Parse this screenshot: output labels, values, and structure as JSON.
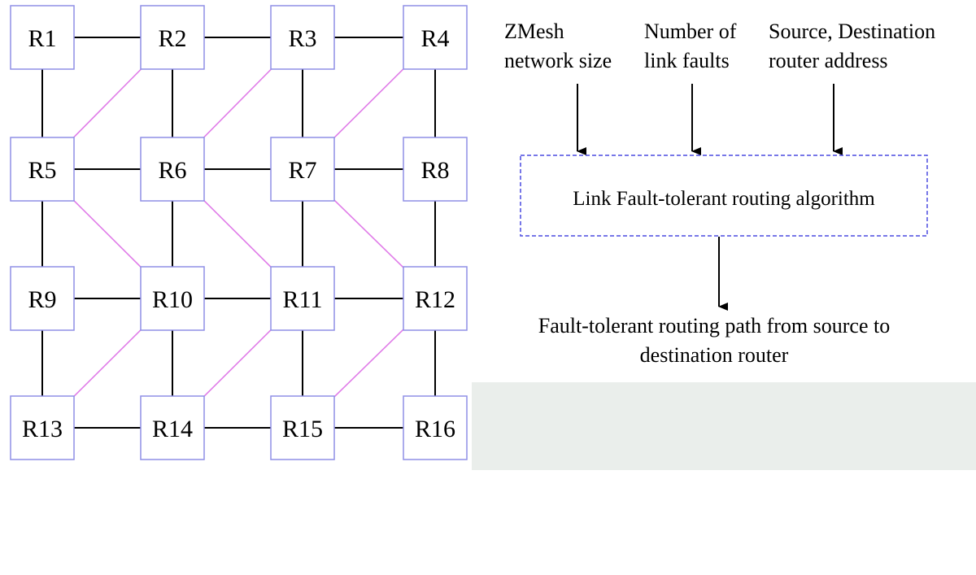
{
  "mesh": {
    "routers": [
      "R1",
      "R2",
      "R3",
      "R4",
      "R5",
      "R6",
      "R7",
      "R8",
      "R9",
      "R10",
      "R11",
      "R12",
      "R13",
      "R14",
      "R15",
      "R16"
    ],
    "mesh_links": [
      [
        1,
        2
      ],
      [
        2,
        3
      ],
      [
        3,
        4
      ],
      [
        5,
        6
      ],
      [
        6,
        7
      ],
      [
        7,
        8
      ],
      [
        9,
        10
      ],
      [
        10,
        11
      ],
      [
        11,
        12
      ],
      [
        13,
        14
      ],
      [
        14,
        15
      ],
      [
        15,
        16
      ],
      [
        1,
        5
      ],
      [
        5,
        9
      ],
      [
        9,
        13
      ],
      [
        2,
        6
      ],
      [
        6,
        10
      ],
      [
        10,
        14
      ],
      [
        3,
        7
      ],
      [
        7,
        11
      ],
      [
        11,
        15
      ],
      [
        4,
        8
      ],
      [
        8,
        12
      ],
      [
        12,
        16
      ]
    ],
    "diagonal_links": [
      [
        2,
        5
      ],
      [
        3,
        6
      ],
      [
        4,
        7
      ],
      [
        5,
        10
      ],
      [
        6,
        11
      ],
      [
        7,
        12
      ],
      [
        10,
        13
      ],
      [
        11,
        14
      ],
      [
        12,
        15
      ]
    ]
  },
  "flow": {
    "inputs": [
      {
        "lines": [
          "ZMesh",
          "network size"
        ]
      },
      {
        "lines": [
          "Number of",
          "link faults"
        ]
      },
      {
        "lines": [
          "Source, Destination",
          "router address"
        ]
      }
    ],
    "algorithm_label": "Link Fault-tolerant routing algorithm",
    "output_lines": [
      "Fault-tolerant routing path from source to",
      "destination router"
    ]
  },
  "colors": {
    "router_border": "#8f8fe6",
    "mesh_link": "#000000",
    "diagonal_link": "#e07ce8",
    "algorithm_border": "#4a4ae0",
    "grey_panel": "#eaeeeb"
  }
}
